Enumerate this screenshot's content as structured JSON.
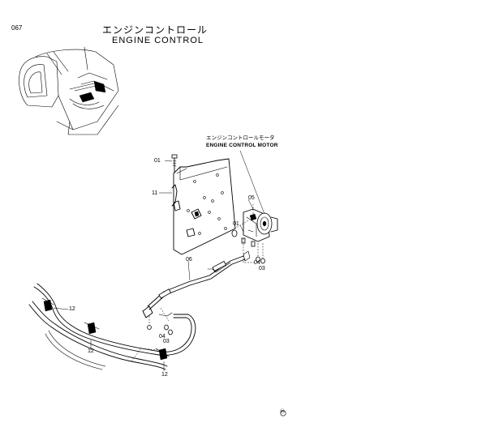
{
  "header": {
    "page_number": "067",
    "title_jp": "エンジンコントロール",
    "title_en": "ENGINE CONTROL"
  },
  "motor_callout": {
    "label_jp": "エンジンコントロールモータ",
    "label_en": "ENGINE CONTROL MOTOR"
  },
  "part_labels": {
    "p01_top": "01",
    "p11": "11",
    "p05": "05",
    "p01_motor": "01",
    "p04_motor": "04",
    "p03_motor": "03",
    "p06": "06",
    "p12_upper": "12",
    "p04_lower": "04",
    "p03_lower": "03",
    "p12_middle": "12",
    "p12_lower": "12"
  },
  "footer": {
    "mark": "Ⓜ"
  }
}
